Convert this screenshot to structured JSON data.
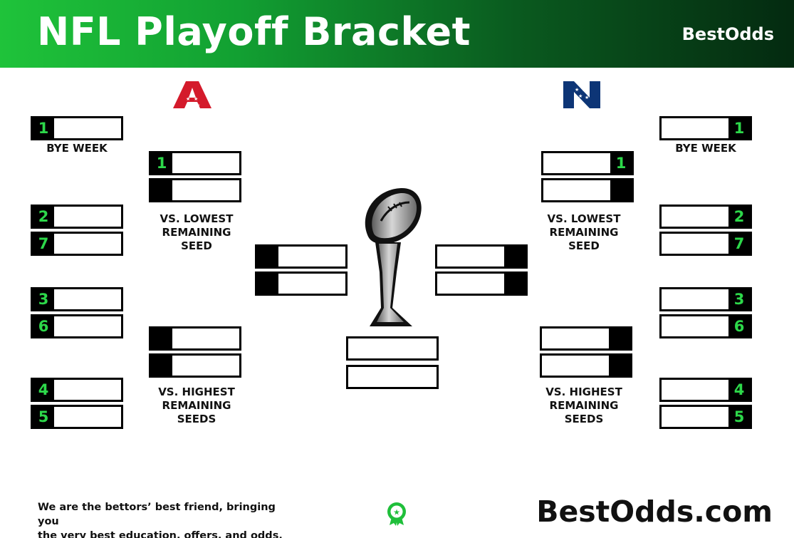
{
  "header": {
    "title": "NFL Playoff Bracket",
    "brand": "BestOdds"
  },
  "colors": {
    "accent": "#2dd84a",
    "afc_red": "#d41a2b",
    "nfc_blue": "#0d3576"
  },
  "logos": {
    "afc": "afc-logo",
    "nfc": "nfc-logo",
    "trophy": "lombardi-trophy-icon",
    "badge": "bestodds-badge-icon"
  },
  "afc": {
    "bye_seed": "1",
    "bye_label": "BYE WEEK",
    "wildcard_seeds": [
      "2",
      "7",
      "3",
      "6",
      "4",
      "5"
    ],
    "divisional_top_seed": "1",
    "divisional_top_label": [
      "VS. LOWEST",
      "REMAINING",
      "SEED"
    ],
    "divisional_bottom_label": [
      "VS. HIGHEST",
      "REMAINING",
      "SEEDS"
    ]
  },
  "nfc": {
    "bye_seed": "1",
    "bye_label": "BYE WEEK",
    "wildcard_seeds": [
      "2",
      "7",
      "3",
      "6",
      "4",
      "5"
    ],
    "divisional_top_seed": "1",
    "divisional_top_label": [
      "VS. LOWEST",
      "REMAINING",
      "SEED"
    ],
    "divisional_bottom_label": [
      "VS. HIGHEST",
      "REMAINING",
      "SEEDS"
    ]
  },
  "footer": {
    "tagline_line1": "We are the bettors’ best friend, bringing you",
    "tagline_line2": "the very best education, offers, and odds.",
    "brand": "BestOdds.com"
  }
}
